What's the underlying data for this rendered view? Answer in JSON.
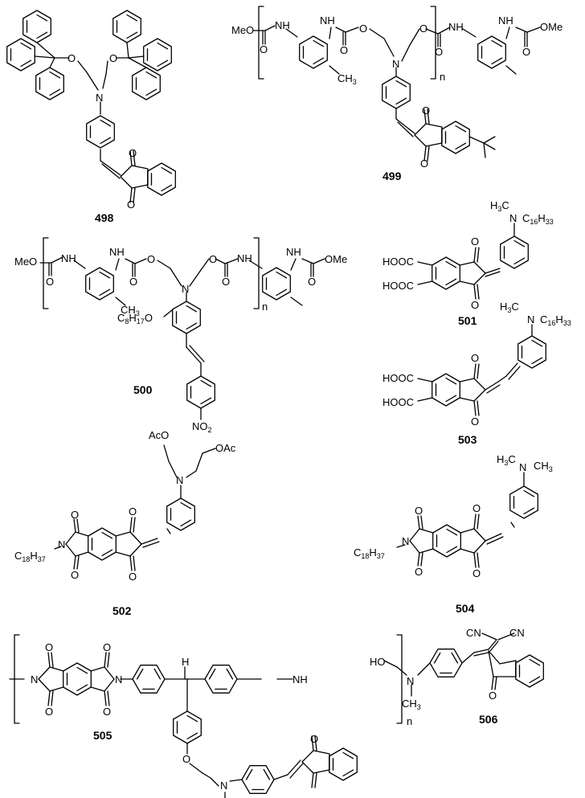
{
  "figure": {
    "compounds": [
      {
        "label": "498"
      },
      {
        "label": "499"
      },
      {
        "label": "500"
      },
      {
        "label": "501"
      },
      {
        "label": "503"
      },
      {
        "label": "502"
      },
      {
        "label": "504"
      },
      {
        "label": "505"
      },
      {
        "label": "506"
      }
    ]
  },
  "atoms": {
    "N": "N",
    "O": "O",
    "H": "H",
    "NH": "NH",
    "MeO": "MeO",
    "OMe": "OMe",
    "AcO": "AcO",
    "OAc": "OAc",
    "HO": "HO",
    "HOOC": "HOOC",
    "NO2": "NO",
    "CN": "CN",
    "C": "C",
    "n": "n"
  },
  "subscripts": {
    "three": "3",
    "two": "2",
    "h33": "33",
    "c16": "16",
    "c18": "18",
    "h37": "37",
    "c8": "8",
    "h17": "17"
  }
}
